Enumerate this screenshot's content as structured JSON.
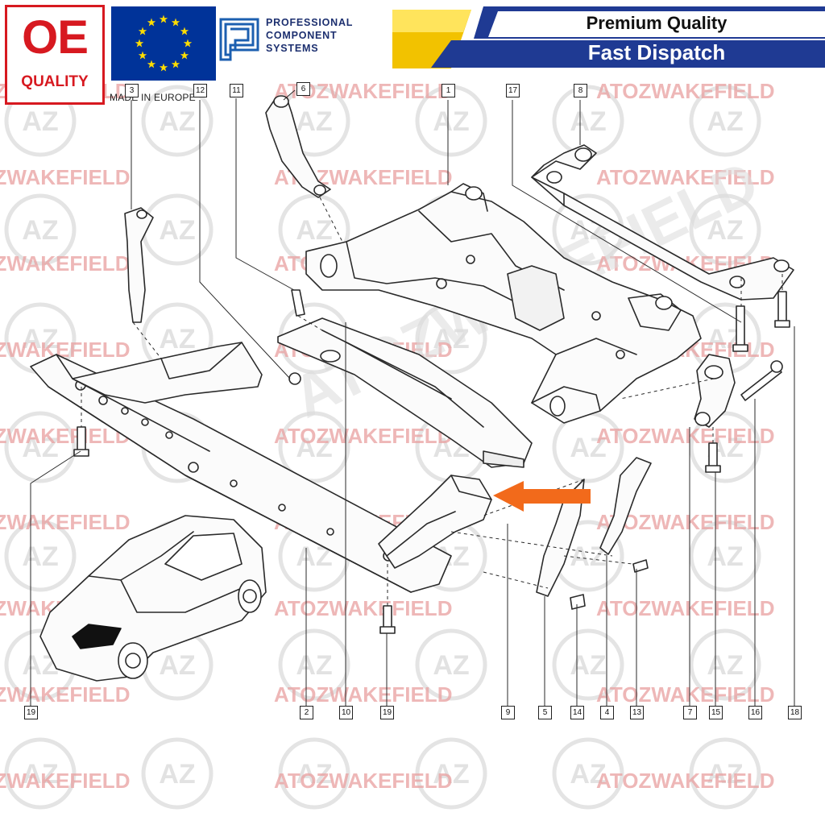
{
  "badges": {
    "oe_big": "OE",
    "oe_small": "QUALITY",
    "made_in": "MADE IN EUROPE",
    "pcs_line1": "PROFESSIONAL",
    "pcs_line2": "COMPONENT",
    "pcs_line3": "SYSTEMS"
  },
  "banner": {
    "line1": "Premium Quality",
    "line2": "Fast Dispatch"
  },
  "watermark": {
    "text": "ATOZWAKEFIELD",
    "logo": "AZ",
    "diagonal": "ATOZWAKEFIELD"
  },
  "callouts": {
    "c3": "3",
    "c12": "12",
    "c11": "11",
    "c6": "6",
    "c1": "1",
    "c17": "17",
    "c8": "8",
    "c19a": "19",
    "c2": "2",
    "c10": "10",
    "c19b": "19",
    "c9": "9",
    "c5": "5",
    "c14": "14",
    "c4": "4",
    "c13": "13",
    "c7": "7",
    "c15": "15",
    "c16": "16",
    "c18": "18"
  },
  "colors": {
    "oe_red": "#d71920",
    "eu_blue": "#003399",
    "eu_star": "#ffdd00",
    "banner_blue": "#1f3a93",
    "banner_gold": "#f2c200",
    "arrow_orange": "#f26a1b",
    "line_art": "#2a2a2a",
    "watermark_red": "#e9a0a0"
  }
}
